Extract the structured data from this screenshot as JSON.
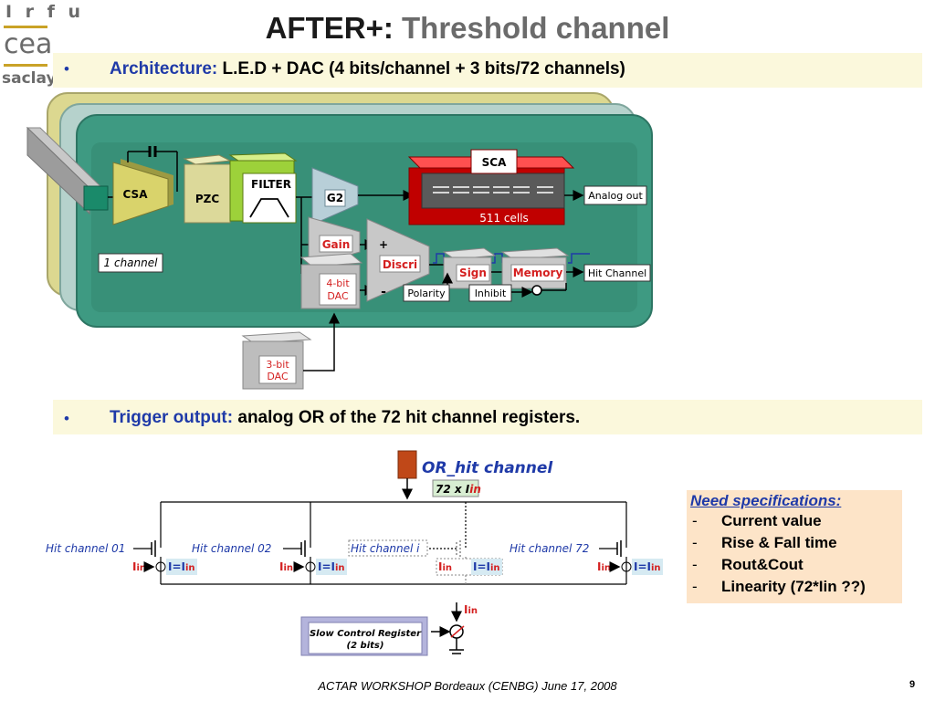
{
  "logo": {
    "line1": "I r f u",
    "line2": "cea",
    "line3": "saclay"
  },
  "title": {
    "part1": "AFTER+:",
    "part2": "Threshold channel"
  },
  "bullet1": {
    "label": "Architecture:",
    "text": "L.E.D + DAC (4 bits/channel + 3 bits/72 channels)"
  },
  "bullet2": {
    "label": "Trigger output:",
    "text": "analog OR of the 72 hit channel registers."
  },
  "architecture": {
    "csa": "CSA",
    "pzc": "PZC",
    "filter": "FILTER",
    "g2": "G2",
    "sca": "SCA",
    "cells": "511 cells",
    "analog_out": "Analog out",
    "gain": "Gain",
    "plus": "+",
    "minus": "-",
    "discri": "Discri",
    "dac4_line1": "4-bit",
    "dac4_line2": "DAC",
    "dac3_line1": "3-bit",
    "dac3_line2": "DAC",
    "one_channel": "1 channel",
    "sign": "Sign",
    "memory": "Memory",
    "hit_channel": "Hit Channel",
    "polarity": "Polarity",
    "inhibit": "Inhibit"
  },
  "or_circuit": {
    "or_title": "OR_hit channel",
    "count": "72 x I",
    "count_sub": "in",
    "channels": [
      {
        "label": "Hit channel 01"
      },
      {
        "label": "Hit channel 02"
      },
      {
        "label": "Hit channel i"
      },
      {
        "label": "Hit channel 72"
      }
    ],
    "iin_main": "I",
    "iin_sub": "in",
    "eq_main": "I=I",
    "slow_control_line1": "Slow Control Register",
    "slow_control_line2": "(2 bits)"
  },
  "specs": {
    "heading": "Need specifications:",
    "dash": "-",
    "items": [
      "Current value",
      "Rise & Fall time",
      "Rout&Cout",
      "Linearity (72*Iin ??)"
    ]
  },
  "footer": "ACTAR WORKSHOP Bordeaux (CENBG) June 17, 2008",
  "page_number": "9",
  "colors": {
    "title_gray": "#6b6b6b",
    "label_blue": "#1f3aa8",
    "red_text": "#d42020",
    "board_green": "#3e9a82",
    "sca_red": "#c00000"
  }
}
